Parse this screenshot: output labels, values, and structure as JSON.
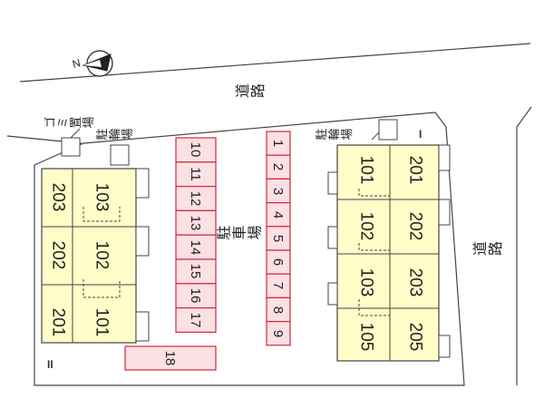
{
  "colors": {
    "building_fill": "#fffdc8",
    "parking_stroke": "#d2283c",
    "parking_fill": "#fbe0e4",
    "line": "#444444",
    "compass": "#222222"
  },
  "compass": {
    "label": "N",
    "icon": "north-arrow-icon"
  },
  "roads": [
    {
      "id": "road-top",
      "label": "道路"
    },
    {
      "id": "road-right",
      "label": "道路"
    }
  ],
  "facilities": [
    {
      "id": "garbage",
      "label": "ゴミ置場"
    },
    {
      "id": "bike-left",
      "label": "駐輪場"
    },
    {
      "id": "bike-right",
      "label": "駐輪場"
    }
  ],
  "parking": {
    "label": "駐車場",
    "left_column": [
      "10",
      "11",
      "12",
      "13",
      "14",
      "15",
      "16",
      "17"
    ],
    "bottom_slot": "18",
    "right_column": [
      "1",
      "2",
      "3",
      "4",
      "5",
      "6",
      "7",
      "8",
      "9"
    ]
  },
  "buildings": [
    {
      "id": "building-ii",
      "label": "II",
      "units": [
        {
          "number": "203"
        },
        {
          "number": "103"
        },
        {
          "number": "202"
        },
        {
          "number": "102"
        },
        {
          "number": "201"
        },
        {
          "number": "101"
        }
      ]
    },
    {
      "id": "building-i",
      "label": "I",
      "units": [
        {
          "number": "101"
        },
        {
          "number": "201"
        },
        {
          "number": "102"
        },
        {
          "number": "202"
        },
        {
          "number": "103"
        },
        {
          "number": "203"
        },
        {
          "number": "105"
        },
        {
          "number": "205"
        }
      ]
    }
  ]
}
